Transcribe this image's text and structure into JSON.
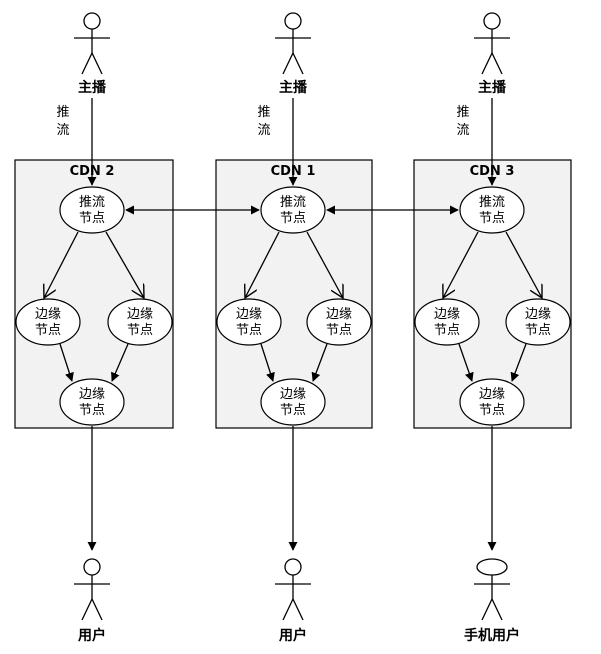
{
  "broadcaster_label": "主播",
  "push_label_chars": [
    "推",
    "流"
  ],
  "cdns": [
    {
      "title": "CDN 2",
      "push_node": [
        "推流",
        "节点"
      ],
      "edge_node": [
        "边缘",
        "节点"
      ]
    },
    {
      "title": "CDN 1",
      "push_node": [
        "推流",
        "节点"
      ],
      "edge_node": [
        "边缘",
        "节点"
      ]
    },
    {
      "title": "CDN 3",
      "push_node": [
        "推流",
        "节点"
      ],
      "edge_node": [
        "边缘",
        "节点"
      ]
    }
  ],
  "consumers": [
    "用户",
    "用户",
    "手机用户"
  ]
}
